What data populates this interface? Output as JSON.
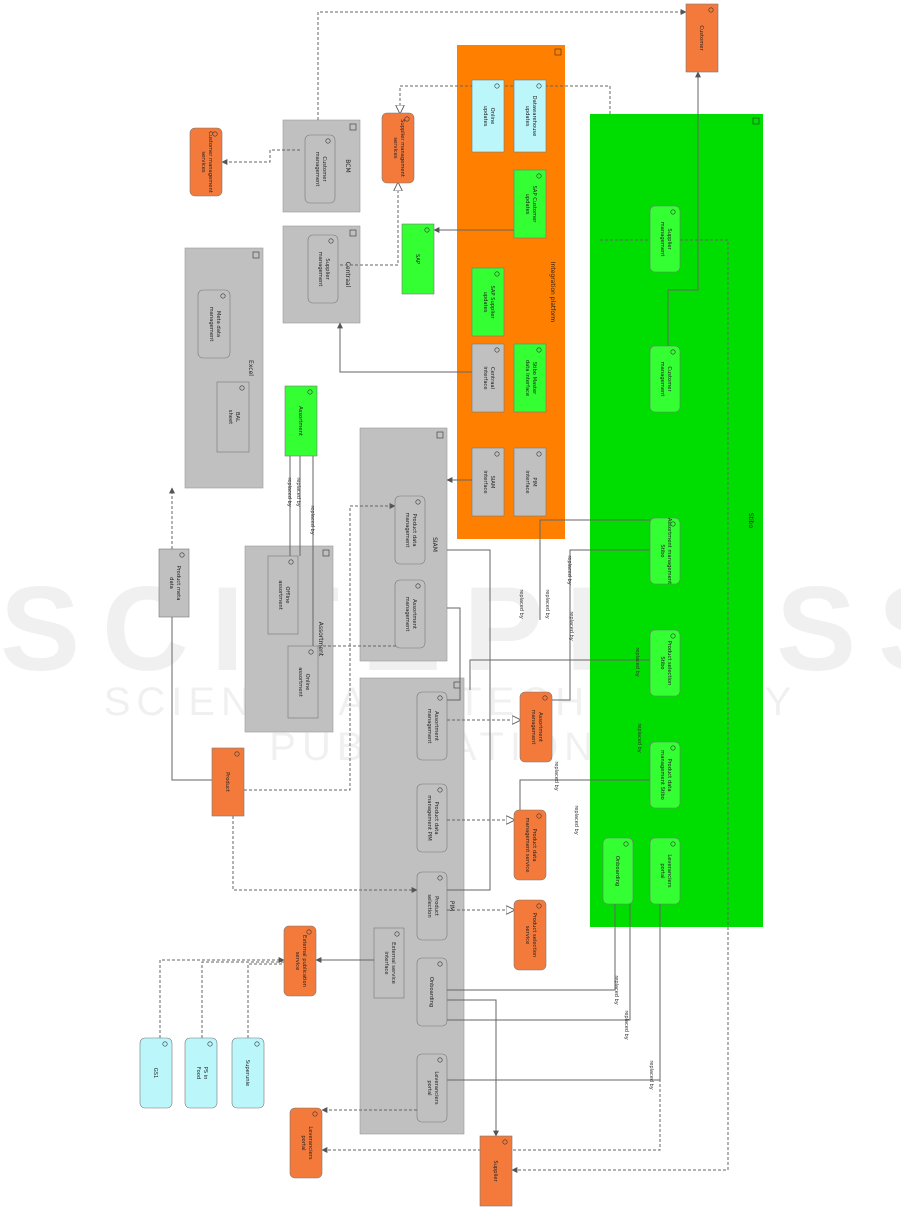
{
  "watermark": {
    "line1": "SCITEPRESS",
    "line2": "SCIENCE AND TECHNOLOGY PUBLICATIONS"
  },
  "colors": {
    "orange": "#ff8000",
    "orange_box": "#f47a3c",
    "green": "#00dd00",
    "lime": "#33ff33",
    "cyan": "#bbf6fb",
    "gray": "#c0c0c0"
  },
  "containers": [
    {
      "id": "bcm",
      "label": "BCM"
    },
    {
      "id": "centraal",
      "label": "Centraal"
    },
    {
      "id": "excel",
      "label": "Excel"
    },
    {
      "id": "integration",
      "label": "Integration platform"
    },
    {
      "id": "stibo",
      "label": "Stibo"
    },
    {
      "id": "siam",
      "label": "SIAM"
    },
    {
      "id": "assortment_grp",
      "label": "Assortment"
    },
    {
      "id": "pim",
      "label": "PIM"
    }
  ],
  "nodes": [
    {
      "id": "customer",
      "label": "Customer"
    },
    {
      "id": "cms",
      "label": "Customer management services"
    },
    {
      "id": "bcm_cm",
      "label": "Customer management"
    },
    {
      "id": "sms",
      "label": "Supplier management services"
    },
    {
      "id": "cen_sm",
      "label": "Supplier management"
    },
    {
      "id": "online_upd",
      "label": "Online updates"
    },
    {
      "id": "dwh_upd",
      "label": "Datawarehouse updates"
    },
    {
      "id": "sap_cust",
      "label": "SAP Customer updates"
    },
    {
      "id": "sap_supp",
      "label": "SAP Supplier updates"
    },
    {
      "id": "centraal_if",
      "label": "Centraal interface"
    },
    {
      "id": "stibo_master",
      "label": "Stibo Master data interface"
    },
    {
      "id": "siam_if",
      "label": "SIAM interface"
    },
    {
      "id": "pim_if",
      "label": "PIM interface"
    },
    {
      "id": "sap",
      "label": "SAP"
    },
    {
      "id": "meta_mgmt",
      "label": "Meta data management"
    },
    {
      "id": "bal_sheet",
      "label": "BAL sheet"
    },
    {
      "id": "assortment_obj",
      "label": "Assortment"
    },
    {
      "id": "siam_pdm",
      "label": "Product data management"
    },
    {
      "id": "siam_am",
      "label": "Assortment management"
    },
    {
      "id": "offline_ass",
      "label": "Offline assortment"
    },
    {
      "id": "online_ass",
      "label": "Online assortment"
    },
    {
      "id": "pmd",
      "label": "Product meta data"
    },
    {
      "id": "product",
      "label": "Product"
    },
    {
      "id": "st_sm",
      "label": "Supplier management"
    },
    {
      "id": "st_cm",
      "label": "Customer management"
    },
    {
      "id": "st_am",
      "label": "Assortment management Stibo"
    },
    {
      "id": "st_ps",
      "label": "Product selection Stibo"
    },
    {
      "id": "st_pdm",
      "label": "Product data management Stibo"
    },
    {
      "id": "st_onb",
      "label": "Onboarding"
    },
    {
      "id": "st_lp",
      "label": "Leveranciers portal"
    },
    {
      "id": "am_svc",
      "label": "Assortment management"
    },
    {
      "id": "pdm_svc",
      "label": "Product data management service"
    },
    {
      "id": "ps_svc",
      "label": "Product selection service"
    },
    {
      "id": "pim_am",
      "label": "Assortment management"
    },
    {
      "id": "pim_pdm",
      "label": "Product data management PIM"
    },
    {
      "id": "pim_ps",
      "label": "Product selection"
    },
    {
      "id": "pim_ext_if",
      "label": "External service interface"
    },
    {
      "id": "pim_onb",
      "label": "Onboarding"
    },
    {
      "id": "pim_lp",
      "label": "Leveranciers portal"
    },
    {
      "id": "ext_pub",
      "label": "External publication service"
    },
    {
      "id": "gs1",
      "label": "GS1"
    },
    {
      "id": "ps_food",
      "label": "PS in Food"
    },
    {
      "id": "superunie",
      "label": "Superunie"
    },
    {
      "id": "lp_svc",
      "label": "Leveranciers portal"
    },
    {
      "id": "supplier",
      "label": "Supplier"
    }
  ],
  "edge_labels": {
    "replaced": "replaced by"
  }
}
